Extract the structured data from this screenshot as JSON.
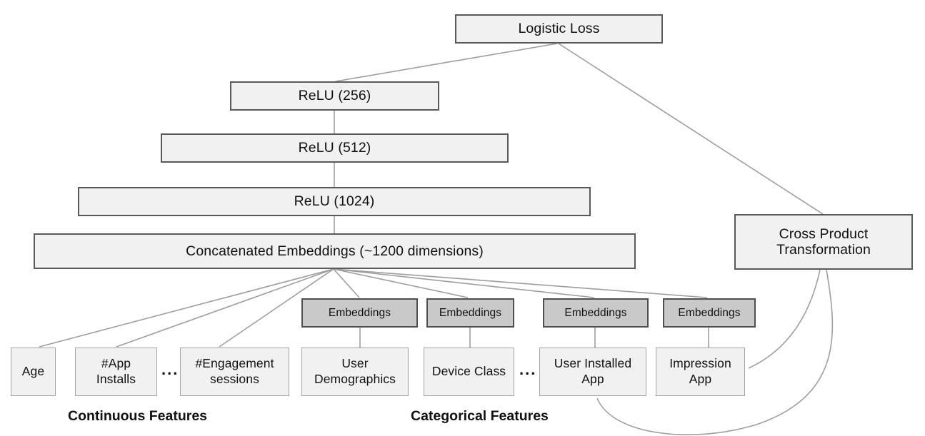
{
  "colors": {
    "light_box_fill": "#f1f1f2",
    "dark_box_fill": "#c9c9c9",
    "dark_border": "#595959",
    "light_border": "#a3a3a3",
    "wire": "#9e9e9e",
    "text": "#111111"
  },
  "nodes": {
    "logistic_loss": "Logistic Loss",
    "relu_256": "ReLU (256)",
    "relu_512": "ReLU (512)",
    "relu_1024": "ReLU (1024)",
    "concatenated_embeddings": "Concatenated Embeddings (~1200 dimensions)",
    "cross_product_transformation": "Cross Product Transformation",
    "embeddings": "Embeddings"
  },
  "continuous_features": {
    "label": "Continuous Features",
    "ellipsis": "...",
    "items": [
      "Age",
      "#App Installs",
      "#Engagement sessions"
    ]
  },
  "categorical_features": {
    "label": "Categorical Features",
    "ellipsis": "...",
    "items": [
      "User Demographics",
      "Device Class",
      "User Installed App",
      "Impression App"
    ]
  }
}
